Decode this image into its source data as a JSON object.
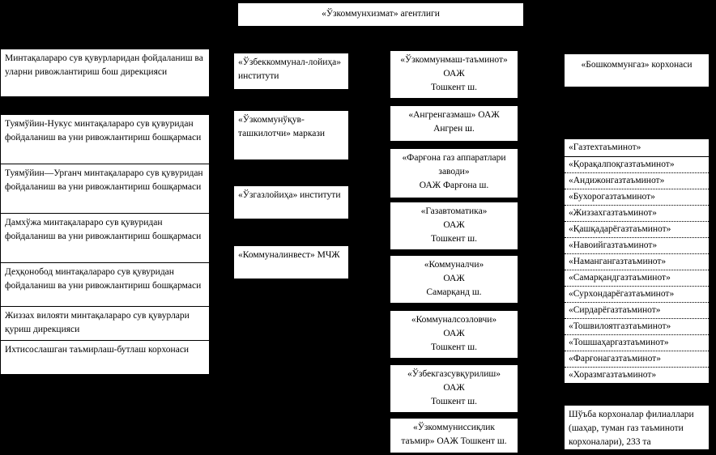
{
  "root": {
    "label": "«Ўзкоммунхизмат» агентлиги"
  },
  "column_left": {
    "items": [
      {
        "label": "Минтақалараро сув қувурларидан фойдаланиш ва уларни ривожлантириш бош дирекцияси"
      },
      {
        "label": "Туямўйин-Нукус минтақалараро сув қувуридан фойдаланиш ва уни ривожлантириш бошқармаси"
      },
      {
        "label": "Туямўйин—Урганч минтақалараро сув қувуридан фойдаланиш ва уни ривожлантириш бошқармаси"
      },
      {
        "label": "Дамхўжа минтақалараро сув қувуридан фойдаланиш ва уни ривожлантириш бошқармаси"
      },
      {
        "label": "Деҳқонобод минтақалараро сув қувуридан фойдаланиш ва уни ривожлантириш бошқармаси"
      },
      {
        "label": "Жиззах вилояти минтақалараро сув қувурлари қуриш дирекцияси"
      },
      {
        "label": "Ихтисослашган таъмирлаш-бутлаш корхонаси"
      }
    ]
  },
  "column_institutes": {
    "items": [
      {
        "label": "«Ўзбеккоммунал-лойиҳа» институти"
      },
      {
        "label": "«Ўзкоммунўқув-ташкилотчи» маркази"
      },
      {
        "label": "«Ўзгазлойиҳа» институти"
      },
      {
        "label": "«Коммуналинвест» МЧЖ"
      }
    ]
  },
  "column_companies": {
    "items": [
      {
        "line1": "«Ўзкоммунмаш-таъминот»",
        "line2": "ОАЖ",
        "line3": "Тошкент ш."
      },
      {
        "line1": "«Ангренгазмаш» ОАЖ",
        "line2": "Ангрен ш.",
        "line3": ""
      },
      {
        "line1": "«Фарғона газ аппаратлари заводи»",
        "line2": "ОАЖ Фарғона ш.",
        "line3": ""
      },
      {
        "line1": "«Газавтоматика»",
        "line2": "ОАЖ",
        "line3": "Тошкент ш."
      },
      {
        "line1": "«Коммуналчи»",
        "line2": "ОАЖ",
        "line3": "Самарқанд ш."
      },
      {
        "line1": "«Коммуналсозловчи»",
        "line2": "ОАЖ",
        "line3": "Тошкент ш."
      },
      {
        "line1": "«Ўзбекгазсувқурилиш»",
        "line2": "ОАЖ",
        "line3": "Тошкент ш."
      },
      {
        "line1": "«Ўзкоммуниссиқлик",
        "line2": "таъмир» ОАЖ Тошкент ш.",
        "line3": ""
      }
    ]
  },
  "column_gas": {
    "header": {
      "label": "«Бошкоммунгаз» корхонаси"
    },
    "list": [
      {
        "label": "«Газтехтаъминот»"
      },
      {
        "label": "«Қорақалпоқгазтаъминот»"
      },
      {
        "label": "«Андижонгазтаъминот»"
      },
      {
        "label": "«Бухорогазтаъминот»"
      },
      {
        "label": "«Жиззахгазтаъминот»"
      },
      {
        "label": "«Қашқадарёгазтаъминот»"
      },
      {
        "label": "«Навоийгазтаъминот»"
      },
      {
        "label": "«Наманган­газтаъминот»"
      },
      {
        "label": "«Самарқандгазтаъминот»"
      },
      {
        "label": "«Сурхондарёгазтаъминот»"
      },
      {
        "label": "«Сирдарёгазтаъминот»"
      },
      {
        "label": "«Тошвилоятгазтаъминот»"
      },
      {
        "label": "«Тошшаҳаргазтаъминот»"
      },
      {
        "label": "«Фарғонагазтаъминот»"
      },
      {
        "label": "«Хоразмгазтаъминот»"
      }
    ],
    "footer": {
      "label": "Шўъба корхоналар филиаллари (шаҳар, туман газ таъминоти корхоналари),  233 та"
    }
  }
}
